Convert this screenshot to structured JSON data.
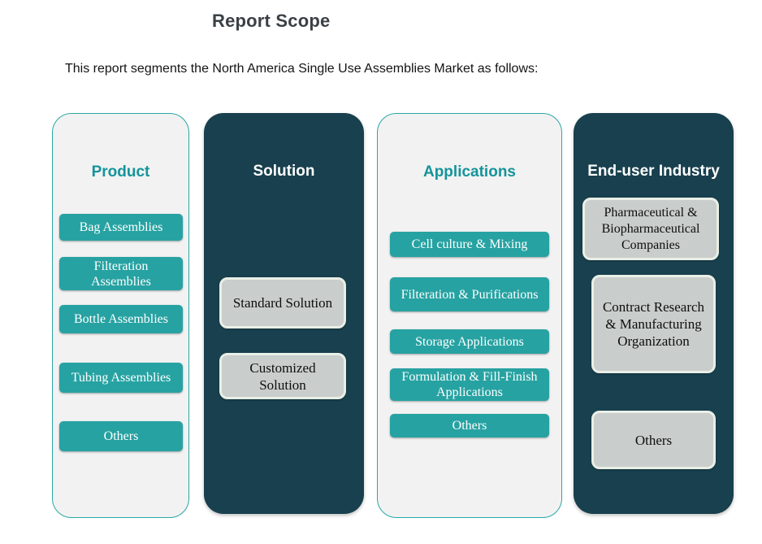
{
  "page": {
    "title": "Report Scope",
    "subtitle": "This report segments the North America Single Use Assemblies Market as follows:"
  },
  "colors": {
    "teal_button": "#27a2a2",
    "teal_header_text": "#14949b",
    "teal_border": "#2aa6a6",
    "dark_column": "#18404e",
    "light_column": "#f2f2f2",
    "gray_button": "#c9cdcc",
    "gray_button_border": "#e9efe6",
    "title_text": "#3b4045"
  },
  "columns": [
    {
      "label": "Product",
      "style": "light",
      "items": [
        "Bag Assemblies",
        "Filteration Assemblies",
        "Bottle Assemblies",
        "Tubing Assemblies",
        "Others"
      ]
    },
    {
      "label": "Solution",
      "style": "dark",
      "items": [
        "Standard Solution",
        "Customized Solution"
      ]
    },
    {
      "label": "Applications",
      "style": "light",
      "items": [
        "Cell culture & Mixing",
        "Filteration & Purifications",
        "Storage Applications",
        "Formulation & Fill-Finish Applications",
        "Others"
      ]
    },
    {
      "label": "End-user Industry",
      "style": "dark",
      "items": [
        "Pharmaceutical & Biopharmaceutical Companies",
        "Contract Research & Manufacturing Organization",
        "Others"
      ]
    }
  ]
}
